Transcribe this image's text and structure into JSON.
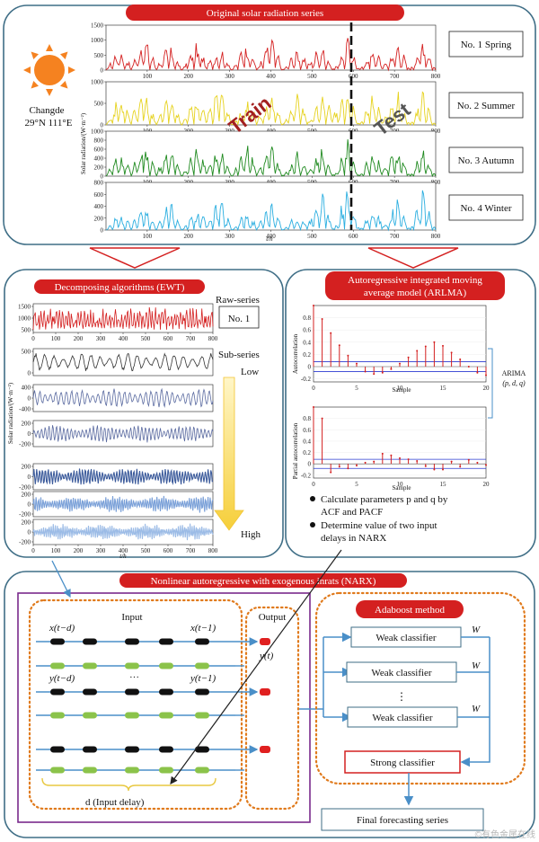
{
  "top": {
    "title": "Original solar radiation series",
    "location_name": "Changde",
    "location_coords": "29°N 111°E",
    "ylabel": "Solar radiation/(W·m⁻²)",
    "xlabel": "t/h",
    "train_label": "Train",
    "test_label": "Test",
    "season_labels": [
      "No. 1 Spring",
      "No. 2 Summer",
      "No. 3 Autumn",
      "No. 4 Winter"
    ],
    "colors": {
      "spring": "#d42020",
      "summer": "#e6d21e",
      "autumn": "#1f8a1f",
      "winter": "#2aaee0"
    }
  },
  "ewt": {
    "title": "Decomposing algorithms (EWT)",
    "raw_label": "Raw-series",
    "box_label": "No. 1",
    "sub_label": "Sub-series",
    "low_label": "Low",
    "high_label": "High",
    "ylabel": "Solar radiation/(W·m⁻²)",
    "xlabel": "t/h"
  },
  "arima": {
    "title_line1": "Autoregressive integrated moving",
    "title_line2": "average model (ARLMA)",
    "acf_ylabel": "Autocorrelation",
    "pacf_ylabel": "Partial autocorrelation",
    "xlabel": "Sample",
    "bracket_label_1": "ARIMA",
    "bracket_label_2": "(p, d, q)",
    "bullet1_line1": "Calculate parameters p and q by",
    "bullet1_line2": "ACF and PACF",
    "bullet2_line1": "Determine value of two input",
    "bullet2_line2": "delays in NARX"
  },
  "narx": {
    "title": "Nonlinear autoregressive with exogenous inrats (NARX)",
    "input_label": "Input",
    "output_label": "Output",
    "x_t_minus_d": "x(t−d)",
    "x_t_minus_1": "x(t−1)",
    "y_t_minus_d": "y(t−d)",
    "y_t_minus_1": "y(t−1)",
    "y_t": "y(t)",
    "ellipsis": "···",
    "delay_label": "d (Input delay)"
  },
  "adaboost": {
    "title": "Adaboost method",
    "weak_label": "Weak classifier",
    "weight_label": "W",
    "vdots": "⋮",
    "strong_label": "Strong classifier",
    "final_label": "Final forecasting series"
  },
  "watermark": "©有色金属在线",
  "chart_data": [
    {
      "type": "line",
      "title": "Original solar radiation series",
      "xlabel": "t/h",
      "ylabel": "Solar radiation/(W·m⁻²)",
      "x_ticks": [
        100,
        200,
        300,
        400,
        500,
        600,
        700,
        800
      ],
      "xlim": [
        0,
        800
      ],
      "train_test_split": 600,
      "series": [
        {
          "name": "No. 1 Spring",
          "ylim": [
            0,
            1500
          ],
          "y_ticks": [
            0,
            500,
            1000,
            1500
          ],
          "values": [
            0,
            900,
            200,
            1350,
            150,
            1000,
            0,
            1100,
            250,
            900,
            0,
            1200,
            100,
            1400,
            0,
            800,
            300,
            1000,
            0,
            1300,
            0,
            950,
            200,
            1100,
            0,
            1350,
            0
          ]
        },
        {
          "name": "No. 2 Summer",
          "ylim": [
            0,
            1000
          ],
          "y_ticks": [
            0,
            500,
            1000
          ],
          "values": [
            0,
            700,
            300,
            850,
            100,
            900,
            0,
            800,
            400,
            950,
            0,
            700,
            200,
            850,
            0,
            900,
            100,
            750,
            350,
            1000,
            0,
            800,
            200,
            900,
            0,
            850,
            0
          ]
        },
        {
          "name": "No. 3 Autumn",
          "ylim": [
            0,
            1000
          ],
          "y_ticks": [
            0,
            200,
            400,
            600,
            800,
            1000
          ],
          "values": [
            0,
            600,
            200,
            950,
            100,
            800,
            0,
            900,
            300,
            700,
            0,
            1000,
            150,
            850,
            0,
            600,
            250,
            750,
            0,
            900,
            0,
            650,
            200,
            800,
            0,
            700,
            0
          ]
        },
        {
          "name": "No. 4 Winter",
          "ylim": [
            0,
            800
          ],
          "y_ticks": [
            0,
            200,
            400,
            600,
            800
          ],
          "values": [
            0,
            300,
            100,
            500,
            50,
            700,
            0,
            400,
            200,
            600,
            0,
            350,
            100,
            550,
            0,
            300,
            150,
            750,
            0,
            800,
            0,
            450,
            100,
            650,
            0,
            800,
            0
          ]
        }
      ]
    },
    {
      "type": "line",
      "title": "Decomposing algorithms (EWT)",
      "xlabel": "t/h",
      "x_ticks": [
        0,
        100,
        200,
        300,
        400,
        500,
        600,
        700,
        800
      ],
      "series": [
        {
          "name": "Raw-series",
          "y_ticks": [
            500,
            1000,
            1500
          ]
        },
        {
          "y_ticks": [
            0,
            500
          ]
        },
        {
          "y_ticks": [
            -400,
            0,
            400
          ]
        },
        {
          "y_ticks": [
            -200,
            0,
            200
          ]
        },
        {
          "y_ticks": [
            -200,
            0,
            200
          ]
        },
        {
          "y_ticks": [
            -200,
            0,
            200
          ]
        },
        {
          "y_ticks": [
            -200,
            0,
            200
          ]
        }
      ]
    },
    {
      "type": "bar",
      "ylabel": "Autocorrelation",
      "xlabel": "Sample",
      "x_ticks": [
        0,
        5,
        10,
        15,
        20
      ],
      "y_ticks": [
        -0.2,
        0,
        0.2,
        0.4,
        0.6,
        0.8
      ],
      "ylim": [
        -0.25,
        1.0
      ],
      "x": [
        0,
        1,
        2,
        3,
        4,
        5,
        6,
        7,
        8,
        9,
        10,
        11,
        12,
        13,
        14,
        15,
        16,
        17,
        18,
        19,
        20
      ],
      "values": [
        1.0,
        0.78,
        0.55,
        0.35,
        0.18,
        0.05,
        -0.08,
        -0.12,
        -0.1,
        -0.04,
        0.05,
        0.15,
        0.26,
        0.33,
        0.4,
        0.34,
        0.23,
        0.12,
        0.0,
        -0.1,
        -0.14
      ],
      "confidence_band": [
        -0.08,
        0.08
      ]
    },
    {
      "type": "bar",
      "ylabel": "Partial autocorrelation",
      "xlabel": "Sample",
      "x_ticks": [
        0,
        5,
        10,
        15,
        20
      ],
      "y_ticks": [
        -0.2,
        0,
        0.2,
        0.4,
        0.6,
        0.8
      ],
      "ylim": [
        -0.25,
        1.0
      ],
      "x": [
        0,
        1,
        2,
        3,
        4,
        5,
        6,
        7,
        8,
        9,
        10,
        11,
        12,
        13,
        14,
        15,
        16,
        17,
        18,
        19,
        20
      ],
      "values": [
        1.0,
        0.8,
        -0.15,
        -0.05,
        -0.08,
        -0.03,
        0.02,
        0.04,
        0.18,
        0.15,
        0.1,
        0.08,
        0.05,
        -0.04,
        -0.1,
        -0.1,
        0.04,
        -0.05,
        0.07,
        0.02,
        -0.02
      ],
      "confidence_band": [
        -0.08,
        0.08
      ]
    }
  ]
}
